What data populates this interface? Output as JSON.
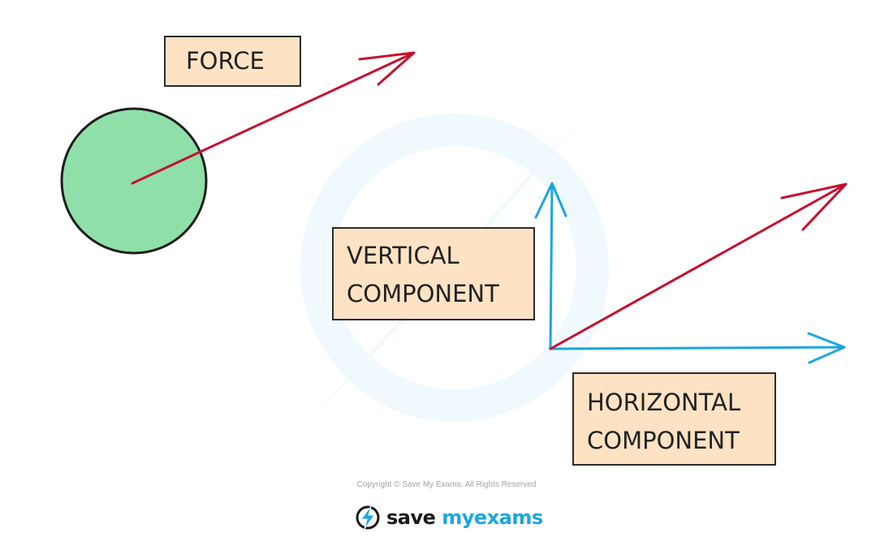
{
  "labels": {
    "force": "FORCE",
    "vertical_line1": "VERTICAL",
    "vertical_line2": "COMPONENT",
    "horizontal_line1": "HORIZONTAL",
    "horizontal_line2": "COMPONENT"
  },
  "footer": {
    "copyright": "Copyright © Save My Exams. All Rights Reserved",
    "brand_word_1": "save",
    "brand_word_2": "my",
    "brand_word_3": "exams"
  },
  "colors": {
    "force_arrow": "#c8102e",
    "component_arrows": "#1aa7e0",
    "object_fill": "#8ee0a8",
    "label_fill": "#fde3c4"
  },
  "icons": {
    "brand_logo": "lightning-bolt-circle-icon"
  }
}
